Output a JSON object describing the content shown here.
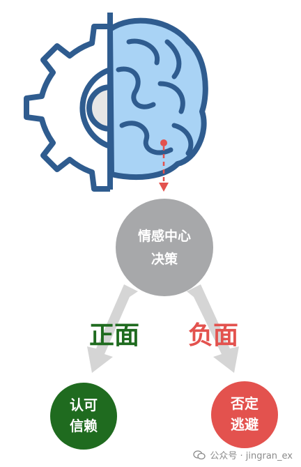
{
  "center_node": {
    "line1": "情感中心",
    "line2": "决策"
  },
  "left_branch": {
    "label": "正面",
    "color": "#1f6b1f"
  },
  "right_branch": {
    "label": "负面",
    "color": "#e3524e"
  },
  "left_result": {
    "line1": "认可",
    "line2": "信赖",
    "color": "#1f6b1f"
  },
  "right_result": {
    "line1": "否定",
    "line2": "逃避",
    "color": "#e3524e"
  },
  "colors": {
    "gear_stroke": "#2f5c8f",
    "brain_fill": "#a9d3f5",
    "center_fill": "#a7a8aa",
    "arrow_gray": "#d5d5d5",
    "dotted_red": "#e3524e"
  },
  "watermark": {
    "text": "公众号 · jingran_ex"
  }
}
